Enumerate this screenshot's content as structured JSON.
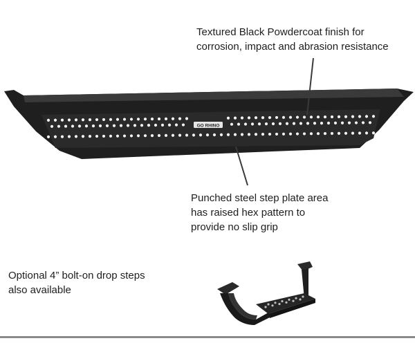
{
  "callouts": {
    "finish": {
      "line1": "Textured Black Powdercoat finish for",
      "line2": "corrosion, impact and abrasion resistance"
    },
    "step_plate": {
      "line1": "Punched steel step plate area",
      "line2": "has raised hex pattern to",
      "line3": "provide no slip grip"
    },
    "drop_steps": {
      "line1": "Optional 4” bolt-on drop steps",
      "line2": "also available"
    }
  },
  "product": {
    "brand_label": "GO RHINO",
    "colors": {
      "body": "#1f1f1f",
      "plate": "#2a2a2a",
      "holes": "#f4f4f4",
      "pointer": "#3a3a3a"
    },
    "icons": [
      "running-board-image",
      "drop-step-bracket-image"
    ]
  }
}
